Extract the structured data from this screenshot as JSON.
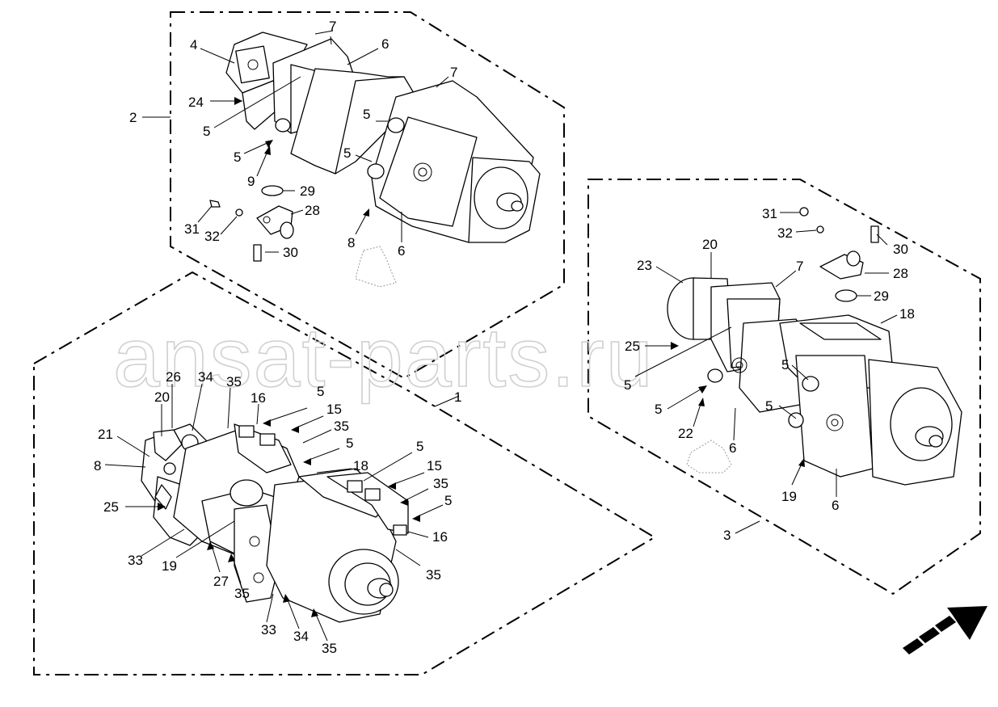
{
  "watermark": "ansat-parts.ru",
  "corner_mark": "",
  "callouts": [
    {
      "id": "g1",
      "text": "1"
    },
    {
      "id": "g2",
      "text": "2"
    },
    {
      "id": "g3",
      "text": "3"
    },
    {
      "id": "a4",
      "text": "4"
    },
    {
      "id": "a24",
      "text": "24"
    },
    {
      "id": "a5a",
      "text": "5"
    },
    {
      "id": "a5b",
      "text": "5"
    },
    {
      "id": "a5c",
      "text": "5"
    },
    {
      "id": "a5d",
      "text": "5"
    },
    {
      "id": "a9",
      "text": "9"
    },
    {
      "id": "a7a",
      "text": "7"
    },
    {
      "id": "a6a",
      "text": "6"
    },
    {
      "id": "a7b",
      "text": "7"
    },
    {
      "id": "a29",
      "text": "29"
    },
    {
      "id": "a28",
      "text": "28"
    },
    {
      "id": "a31",
      "text": "31"
    },
    {
      "id": "a32",
      "text": "32"
    },
    {
      "id": "a30",
      "text": "30"
    },
    {
      "id": "a8",
      "text": "8"
    },
    {
      "id": "a6b",
      "text": "6"
    },
    {
      "id": "b26",
      "text": "26"
    },
    {
      "id": "b34a",
      "text": "34"
    },
    {
      "id": "b35a",
      "text": "35"
    },
    {
      "id": "b20",
      "text": "20"
    },
    {
      "id": "b21",
      "text": "21"
    },
    {
      "id": "b8",
      "text": "8"
    },
    {
      "id": "b16a",
      "text": "16"
    },
    {
      "id": "b5a",
      "text": "5"
    },
    {
      "id": "b15a",
      "text": "15"
    },
    {
      "id": "b35b",
      "text": "35"
    },
    {
      "id": "b5b",
      "text": "5"
    },
    {
      "id": "b18",
      "text": "18"
    },
    {
      "id": "b5c",
      "text": "5"
    },
    {
      "id": "b15b",
      "text": "15"
    },
    {
      "id": "b35c",
      "text": "35"
    },
    {
      "id": "b5d",
      "text": "5"
    },
    {
      "id": "b16b",
      "text": "16"
    },
    {
      "id": "b25",
      "text": "25"
    },
    {
      "id": "b33a",
      "text": "33"
    },
    {
      "id": "b19",
      "text": "19"
    },
    {
      "id": "b27",
      "text": "27"
    },
    {
      "id": "b35d",
      "text": "35"
    },
    {
      "id": "b35e",
      "text": "35"
    },
    {
      "id": "b33b",
      "text": "33"
    },
    {
      "id": "b34b",
      "text": "34"
    },
    {
      "id": "b35f",
      "text": "35"
    },
    {
      "id": "c31",
      "text": "31"
    },
    {
      "id": "c32",
      "text": "32"
    },
    {
      "id": "c30",
      "text": "30"
    },
    {
      "id": "c20",
      "text": "20"
    },
    {
      "id": "c23",
      "text": "23"
    },
    {
      "id": "c7",
      "text": "7"
    },
    {
      "id": "c28",
      "text": "28"
    },
    {
      "id": "c29",
      "text": "29"
    },
    {
      "id": "c18",
      "text": "18"
    },
    {
      "id": "c25",
      "text": "25"
    },
    {
      "id": "c5a",
      "text": "5"
    },
    {
      "id": "c5b",
      "text": "5"
    },
    {
      "id": "c5c",
      "text": "5"
    },
    {
      "id": "c5d",
      "text": "5"
    },
    {
      "id": "c22",
      "text": "22"
    },
    {
      "id": "c6a",
      "text": "6"
    },
    {
      "id": "c19",
      "text": "19"
    },
    {
      "id": "c6b",
      "text": "6"
    }
  ]
}
